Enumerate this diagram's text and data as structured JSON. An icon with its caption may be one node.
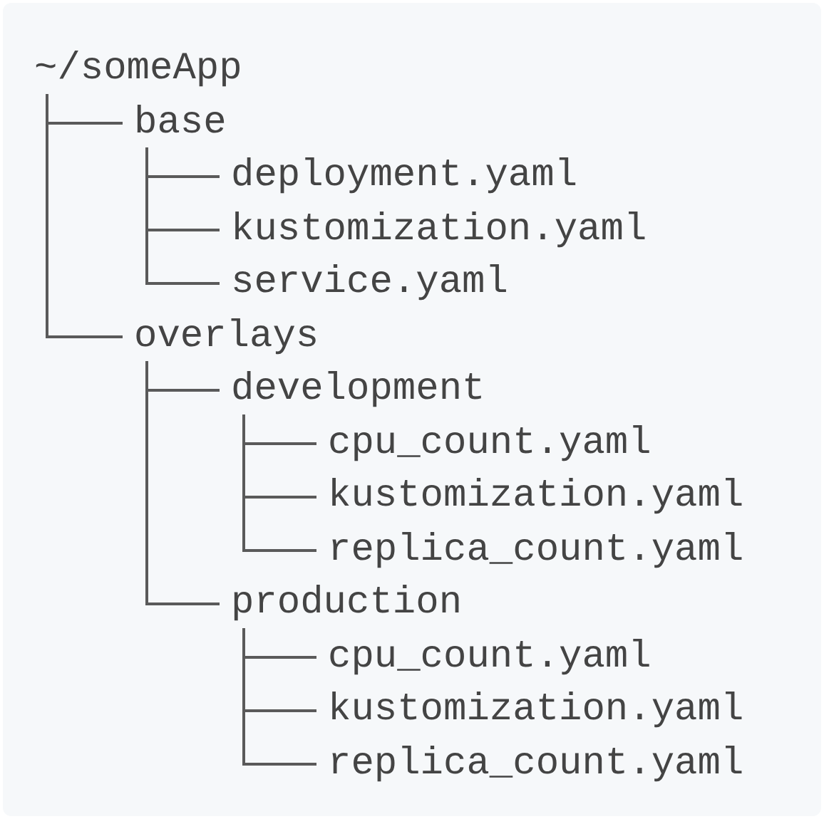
{
  "diagram": {
    "nodes": [
      {
        "text": [
          "~/someApp"
        ]
      },
      {
        "text": [
          "base"
        ]
      },
      {
        "text": [
          "deployment.yaml"
        ]
      },
      {
        "text": [
          "kustomization.yaml"
        ]
      },
      {
        "text": [
          "service.yaml"
        ]
      },
      {
        "text": [
          "overlays"
        ]
      },
      {
        "text": [
          "development"
        ]
      },
      {
        "text": [
          "cpu_count.yaml"
        ]
      },
      {
        "text": [
          "kustomization.yaml"
        ]
      },
      {
        "text": [
          "replica_count.yaml"
        ]
      },
      {
        "text": [
          "production"
        ]
      },
      {
        "text": [
          "cpu_count.yaml"
        ]
      },
      {
        "text": [
          "kustomization.yaml"
        ]
      },
      {
        "text": [
          "replica_count.yaml"
        ]
      }
    ],
    "edges": [
      {
        "from": 0,
        "to": 1,
        "arrow": "none"
      },
      {
        "from": 1,
        "to": 2,
        "arrow": "none"
      },
      {
        "from": 1,
        "to": 3,
        "arrow": "none"
      },
      {
        "from": 1,
        "to": 4,
        "arrow": "none"
      },
      {
        "from": 0,
        "to": 5,
        "arrow": "none"
      },
      {
        "from": 5,
        "to": 6,
        "arrow": "none"
      },
      {
        "from": 6,
        "to": 7,
        "arrow": "none"
      },
      {
        "from": 6,
        "to": 8,
        "arrow": "none"
      },
      {
        "from": 6,
        "to": 9,
        "arrow": "none"
      },
      {
        "from": 5,
        "to": 10,
        "arrow": "none"
      },
      {
        "from": 10,
        "to": 11,
        "arrow": "none"
      },
      {
        "from": 10,
        "to": 12,
        "arrow": "none"
      },
      {
        "from": 10,
        "to": 13,
        "arrow": "none"
      }
    ]
  }
}
